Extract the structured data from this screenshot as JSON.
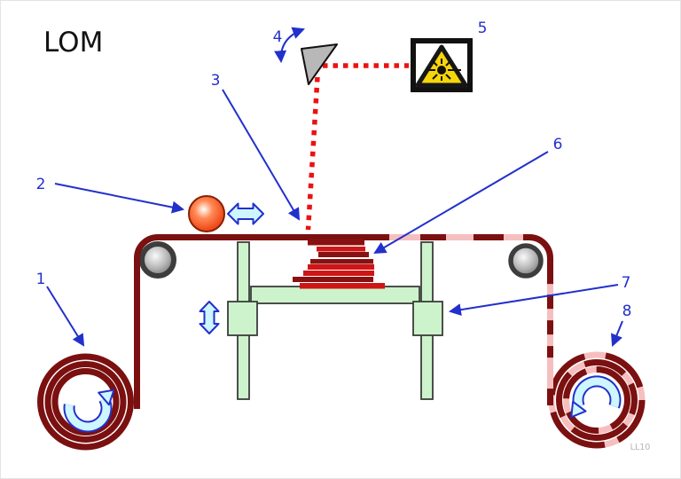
{
  "diagram": {
    "title": "LOM",
    "watermark": "LL10",
    "callouts": [
      {
        "text": "1",
        "component": "material-supply-roll"
      },
      {
        "text": "2",
        "component": "heated-laminating-roller"
      },
      {
        "text": "3",
        "component": "sheet-material"
      },
      {
        "text": "4",
        "component": "scanning-mirror"
      },
      {
        "text": "5",
        "component": "laser-source"
      },
      {
        "text": "6",
        "component": "layered-part"
      },
      {
        "text": "7",
        "component": "build-platform"
      },
      {
        "text": "8",
        "component": "waste-take-up-roll"
      }
    ],
    "colors": {
      "callout_blue": "#2230cc",
      "band_dark_red": "#7b1010",
      "band_pink": "#f6bfbf",
      "layer_dark_red": "#8a1111",
      "layer_bright_red": "#cf1616",
      "platform_green": "#ccf3cc",
      "beam_red": "#ee1111",
      "warning_yellow": "#f6d60a",
      "cyan_arrow_fill": "#cdf6ff",
      "mirror_gray": "#b8b8b8",
      "roller_gray": "#3d3d3d"
    }
  }
}
